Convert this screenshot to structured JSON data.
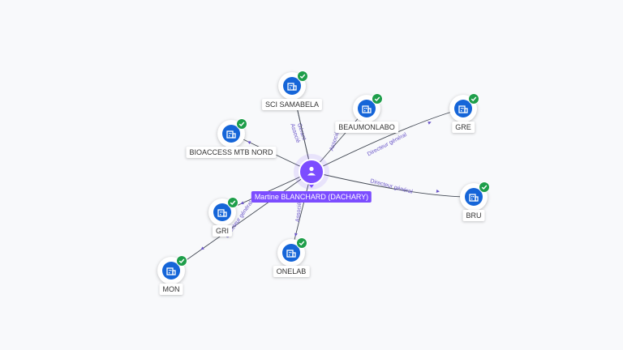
{
  "graph": {
    "center": {
      "name": "Martine BLANCHARD (DACHARY)",
      "icon": "person-icon",
      "color": "#7c4dff"
    },
    "nodes": [
      {
        "id": "sci-samabela",
        "label": "SCI SAMABELA",
        "icon": "building-icon",
        "verified": true
      },
      {
        "id": "beaumonlabo",
        "label": "BEAUMONLABO",
        "icon": "building-icon",
        "verified": true
      },
      {
        "id": "gre",
        "label": "GRE",
        "icon": "building-icon",
        "verified": true
      },
      {
        "id": "bioaccess-mtb-nord",
        "label": "BIOACCESS MTB NORD",
        "icon": "building-icon",
        "verified": true
      },
      {
        "id": "bru",
        "label": "BRU",
        "icon": "building-icon",
        "verified": true
      },
      {
        "id": "gri",
        "label": "GRI",
        "icon": "building-icon",
        "verified": true
      },
      {
        "id": "onelab",
        "label": "ONELAB",
        "icon": "building-icon",
        "verified": true
      },
      {
        "id": "mon",
        "label": "MON",
        "icon": "building-icon",
        "verified": true
      }
    ],
    "edges": [
      {
        "to": "sci-samabela",
        "label": "Gérant"
      },
      {
        "to": "sci-samabela",
        "label": "Associé"
      },
      {
        "to": "beaumonlabo",
        "label": "Associé"
      },
      {
        "to": "gre",
        "label": "Directeur général"
      },
      {
        "to": "bioaccess-mtb-nord",
        "label": ""
      },
      {
        "to": "bru",
        "label": "Directeur général"
      },
      {
        "to": "gri",
        "label": ""
      },
      {
        "to": "onelab",
        "label": "Associé"
      },
      {
        "to": "mon",
        "label": "Directeur général"
      }
    ],
    "colors": {
      "edge": "#444a55",
      "edge_label": "#6a55c8",
      "node": "#1565d8",
      "check": "#1e9e4a"
    }
  }
}
